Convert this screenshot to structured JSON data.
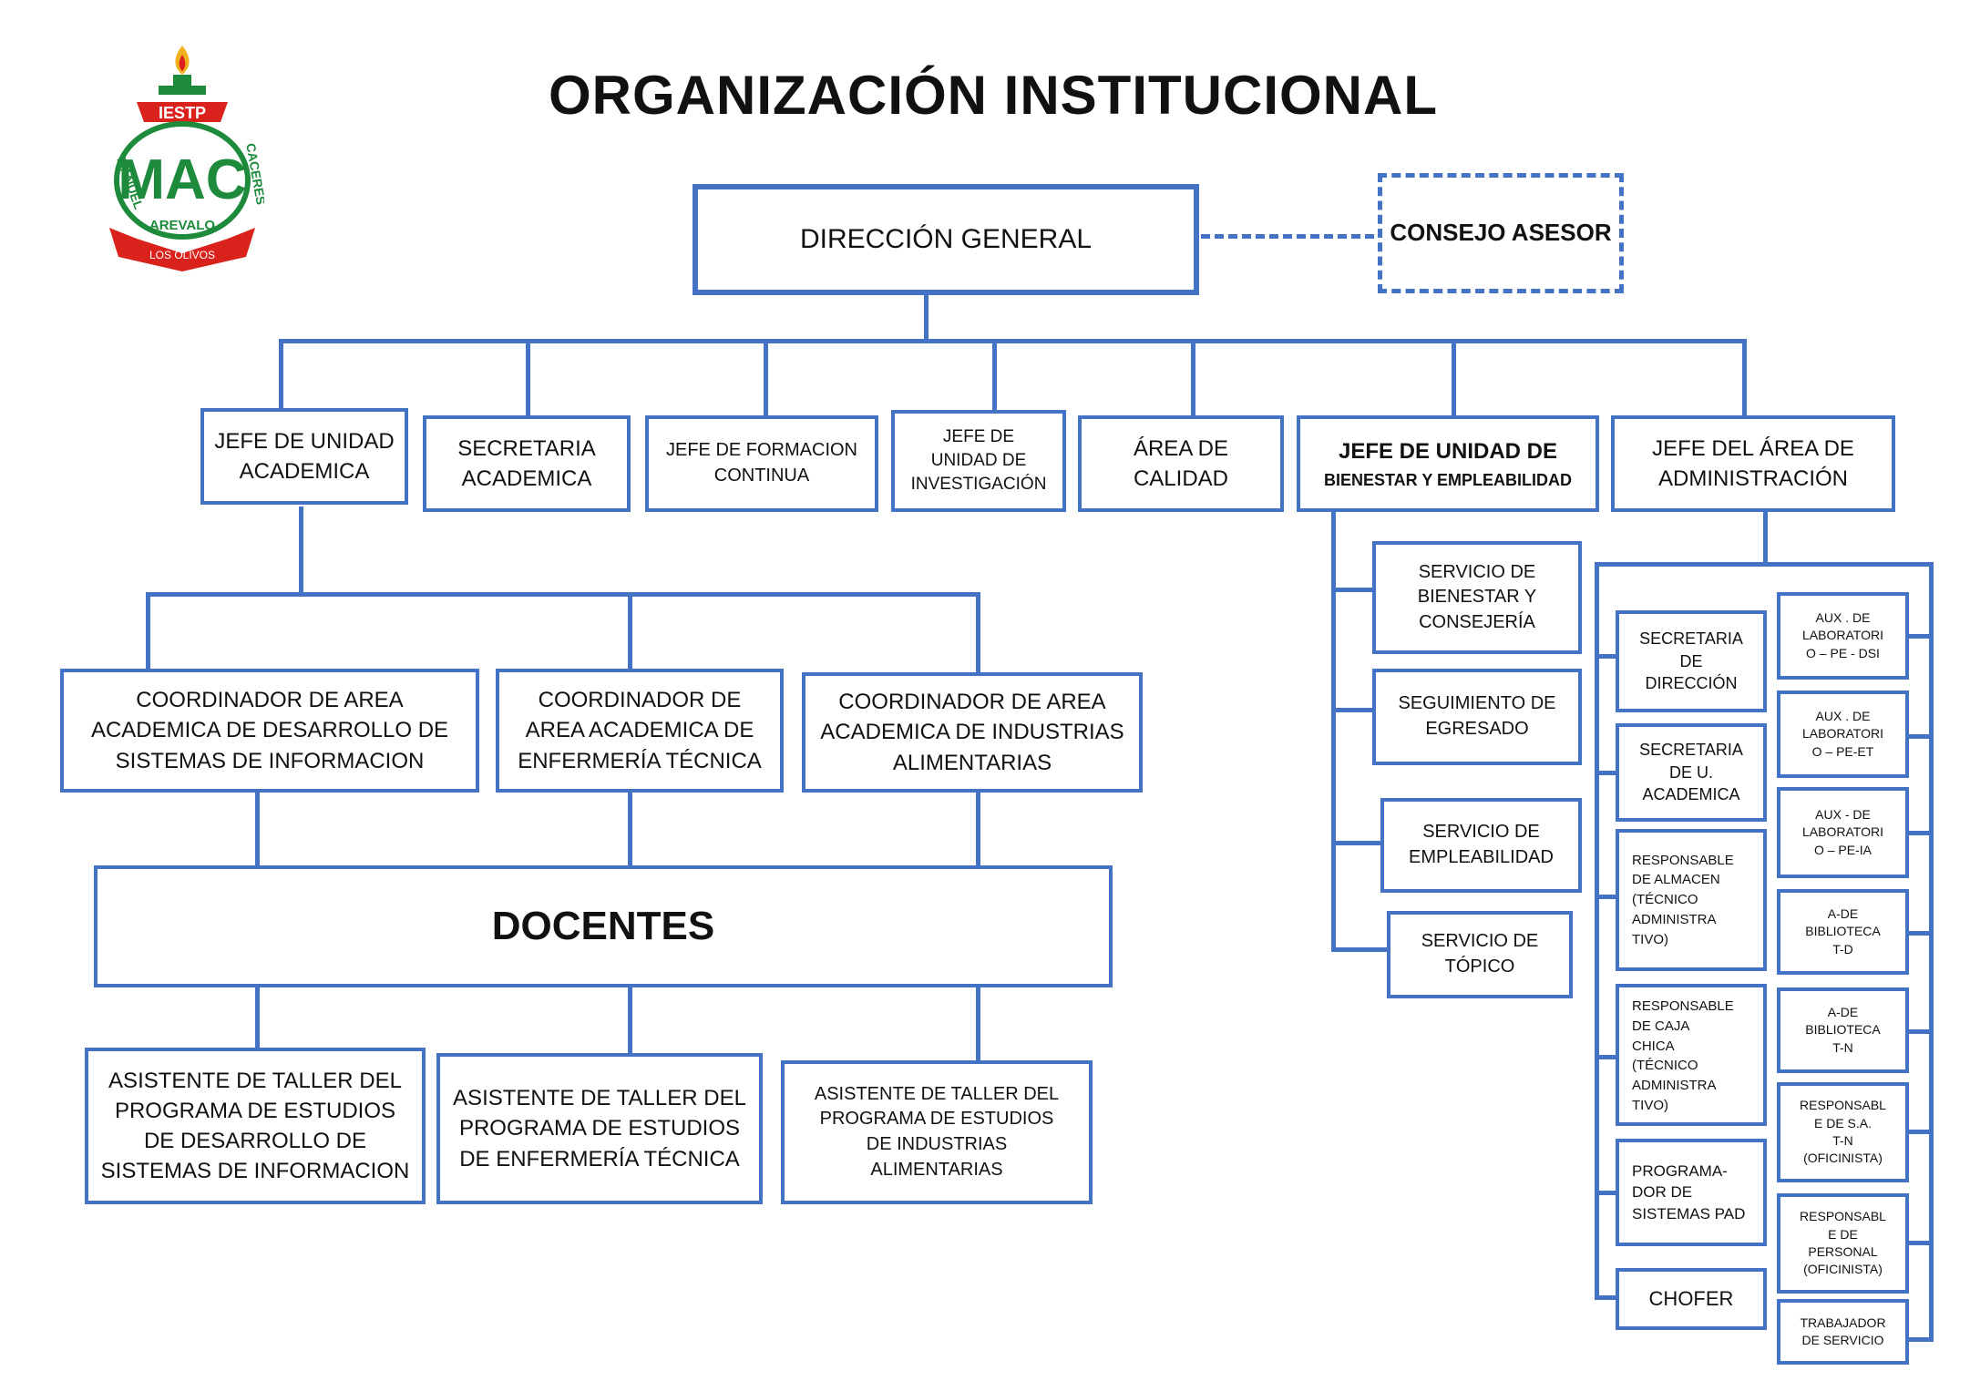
{
  "title": "ORGANIZACIÓN INSTITUCIONAL",
  "logo": {
    "top_text": "IESTP",
    "monogram": "MAC",
    "left_text": "MANUEL",
    "bottom_text": "AREVALO",
    "right_text": "CACERES",
    "ribbon_text": "LOS OLIVOS",
    "colors": {
      "green": "#1e8a3c",
      "red": "#d9221c",
      "flame": "#f2b01e"
    }
  },
  "colors": {
    "line": "#4472C4",
    "text": "#111111"
  },
  "nodes": {
    "direccion_general": "DIRECCIÓN GENERAL",
    "consejo_asesor": "CONSEJO ASESOR",
    "jefe_unidad_academica": "JEFE DE UNIDAD\nACADEMICA",
    "secretaria_academica": "SECRETARIA\nACADEMICA",
    "jefe_formacion_continua": "JEFE DE FORMACION\nCONTINUA",
    "jefe_unidad_investigacion": "JEFE DE\nUNIDAD DE\nINVESTIGACIÓN",
    "area_calidad": "ÁREA DE\nCALIDAD",
    "jefe_bienestar_title": "JEFE DE UNIDAD DE",
    "jefe_bienestar_sub": "BIENESTAR Y EMPLEABILIDAD",
    "jefe_administracion": "JEFE DEL ÁREA DE\nADMINISTRACIÓN",
    "coord_dsi": "COORDINADOR DE AREA\nACADEMICA DE DESARROLLO DE\nSISTEMAS DE INFORMACION",
    "coord_enf": "COORDINADOR DE\nAREA ACADEMICA DE\nENFERMERÍA TÉCNICA",
    "coord_ia": "COORDINADOR DE AREA\nACADEMICA DE INDUSTRIAS\nALIMENTARIAS",
    "docentes": "DOCENTES",
    "asist_dsi": "ASISTENTE DE TALLER DEL\nPROGRAMA DE ESTUDIOS\nDE DESARROLLO DE\nSISTEMAS DE INFORMACION",
    "asist_enf": "ASISTENTE DE TALLER DEL\nPROGRAMA DE ESTUDIOS\nDE ENFERMERÍA TÉCNICA",
    "asist_ia": "ASISTENTE DE TALLER DEL\nPROGRAMA DE ESTUDIOS\nDE INDUSTRIAS\nALIMENTARIAS",
    "serv_bienestar": "SERVICIO DE\nBIENESTAR Y\nCONSEJERÍA",
    "seguimiento_egresado": "SEGUIMIENTO DE\nEGRESADO",
    "serv_empleabilidad": "SERVICIO DE\nEMPLEABILIDAD",
    "serv_topico": "SERVICIO DE\nTÓPICO",
    "sec_direccion": "SECRETARIA\nDE\nDIRECCIÓN",
    "sec_u_academica": "SECRETARIA\nDE U.\nACADEMICA",
    "resp_almacen": "RESPONSABLE\nDE ALMACEN\n(TÉCNICO\nADMINISTRA\nTIVO)",
    "resp_caja": "RESPONSABLE\nDE CAJA\nCHICA\n(TÉCNICO\nADMINISTRA\nTIVO)",
    "programador": "PROGRAMA-\nDOR DE\nSISTEMAS PAD",
    "chofer": "CHOFER",
    "aux_dsi": "AUX . DE\nLABORATORI\nO – PE - DSI",
    "aux_et": "AUX . DE\nLABORATORI\nO – PE-ET",
    "aux_ia": "AUX - DE\nLABORATORI\nO – PE-IA",
    "biblio_td": "A-DE\nBIBLIOTECA\nT-D",
    "biblio_tn": "A-DE\nBIBLIOTECA\nT-N",
    "resp_sa": "RESPONSABL\nE DE S.A.\nT-N\n(OFICINISTA)",
    "resp_personal": "RESPONSABL\nE DE\nPERSONAL\n(OFICINISTA)",
    "trabajador_servicio": "TRABAJADOR\nDE SERVICIO"
  }
}
